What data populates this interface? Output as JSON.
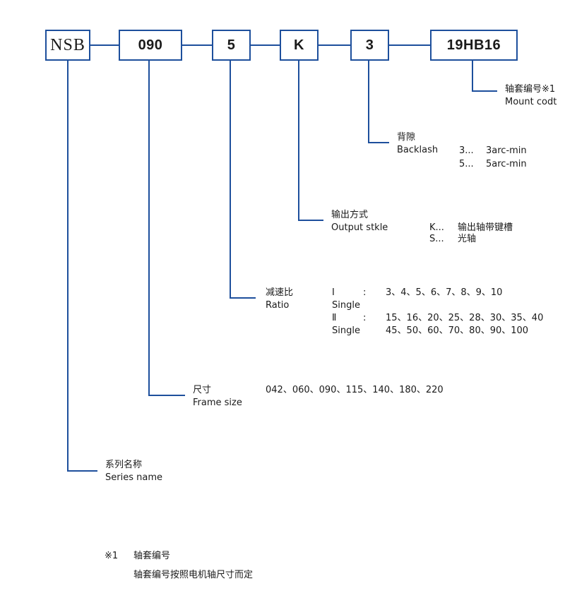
{
  "code_boxes": [
    "NSB",
    "090",
    "5",
    "K",
    "3",
    "19HB16"
  ],
  "mount": {
    "title_cn": "轴套编号※1",
    "title_en": "Mount codt"
  },
  "backlash": {
    "title_cn": "背隙",
    "title_en": "Backlash",
    "options": [
      {
        "code": "3...",
        "desc": "3arc-min"
      },
      {
        "code": "5...",
        "desc": "5arc-min"
      }
    ]
  },
  "output": {
    "title_cn": "输出方式",
    "title_en": "Output stkle",
    "options": [
      {
        "code": "K...",
        "desc": "输出轴带键槽"
      },
      {
        "code": "S...",
        "desc": "光轴"
      }
    ]
  },
  "ratio": {
    "title_cn": "减速比",
    "title_en": "Ratio",
    "rows": [
      {
        "stage": "Ⅰ",
        "colon": ":",
        "values": "3、4、5、6、7、8、9、10"
      },
      {
        "stage": "Single"
      },
      {
        "stage": "Ⅱ",
        "colon": ":",
        "values": "15、16、20、25、28、30、35、40"
      },
      {
        "stage": "Single",
        "values": "45、50、60、70、80、90、100"
      }
    ]
  },
  "frame": {
    "title_cn": "尺寸",
    "title_en": "Frame size",
    "values": "042、060、090、115、140、180、220"
  },
  "series": {
    "title_cn": "系列名称",
    "title_en": "Series name"
  },
  "footnote": {
    "mark": "※1",
    "title": "轴套编号",
    "text": "轴套编号按照电机轴尺寸而定"
  },
  "colors": {
    "line": "#1d4f9c"
  }
}
